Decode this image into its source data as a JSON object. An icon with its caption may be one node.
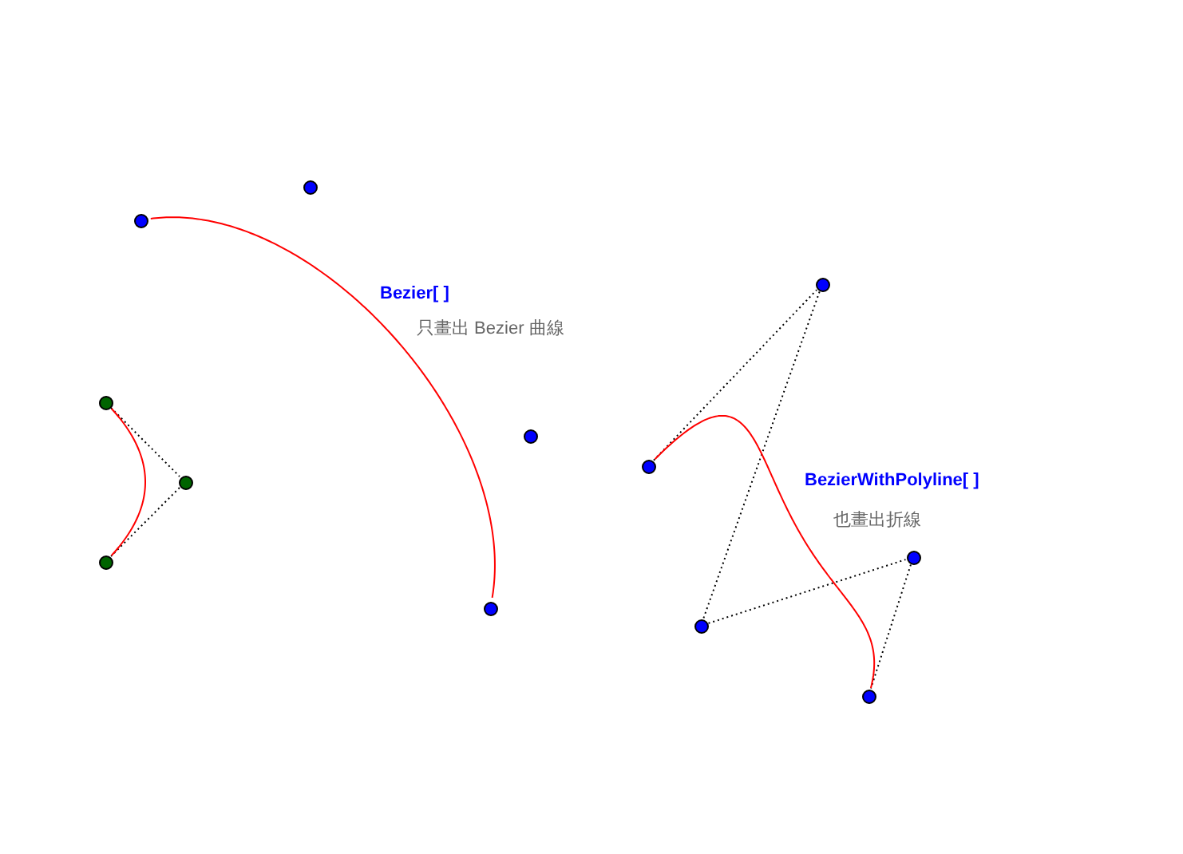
{
  "diagram": {
    "nodes": [
      {
        "text": [],
        "shape": "circle"
      },
      {
        "text": [],
        "shape": "circle"
      },
      {
        "text": [],
        "shape": "circle"
      },
      {
        "text": [],
        "shape": "circle"
      },
      {
        "text": [],
        "shape": "circle"
      },
      {
        "text": [],
        "shape": "circle"
      },
      {
        "text": [],
        "shape": "circle"
      },
      {
        "text": [],
        "shape": "circle"
      },
      {
        "text": [],
        "shape": "circle"
      },
      {
        "text": [],
        "shape": "circle"
      },
      {
        "text": [],
        "shape": "circle"
      },
      {
        "text": [],
        "shape": "circle"
      }
    ],
    "edges": [
      {
        "from": 0,
        "to": 3,
        "arrow": "none",
        "color": "#ff0000"
      },
      {
        "from": 4,
        "to": 5,
        "arrow": "none",
        "style": "dashed"
      },
      {
        "from": 5,
        "to": 6,
        "arrow": "none",
        "style": "dashed"
      },
      {
        "from": 4,
        "to": 6,
        "arrow": "none",
        "color": "#ff0000"
      },
      {
        "from": 7,
        "to": 8,
        "arrow": "none",
        "style": "dashed"
      },
      {
        "from": 8,
        "to": 9,
        "arrow": "none",
        "style": "dashed"
      },
      {
        "from": 9,
        "to": 10,
        "arrow": "none",
        "style": "dashed"
      },
      {
        "from": 10,
        "to": 11,
        "arrow": "none",
        "style": "dashed"
      },
      {
        "from": 7,
        "to": 11,
        "arrow": "none",
        "color": "#ff0000"
      }
    ],
    "labels": [
      "Bezier[ ]",
      "只畫出 Bezier 曲線",
      "BezierWithPolyline[ ]",
      "也畫出折線"
    ]
  }
}
